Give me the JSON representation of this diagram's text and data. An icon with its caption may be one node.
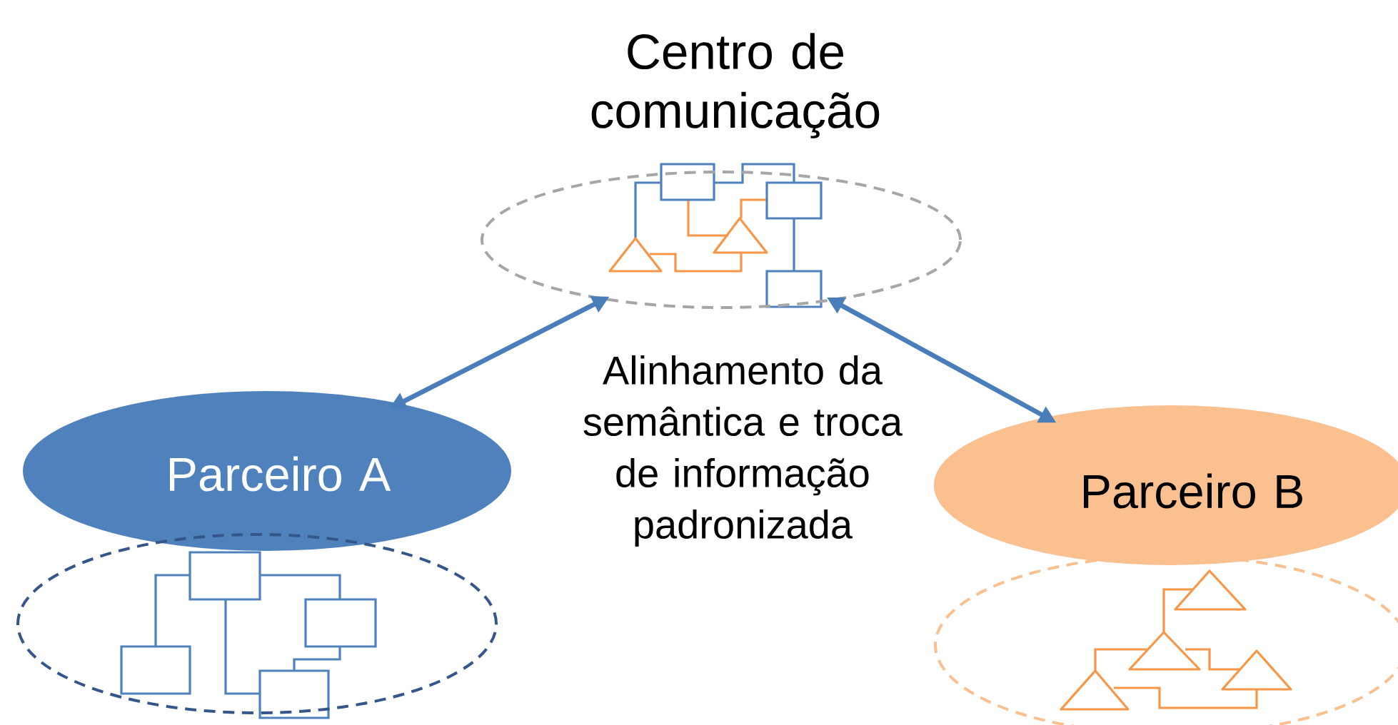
{
  "diagram": {
    "nodes": [
      {
        "text": [
          "Centro de comunicação"
        ]
      },
      {
        "text": [
          "Parceiro A"
        ]
      },
      {
        "text": [
          "Parceiro B"
        ]
      },
      {
        "text": [],
        "shape": "ellipse"
      },
      {
        "text": [],
        "shape": "ellipse"
      }
    ],
    "edges": [
      {
        "from": 0,
        "to": 1,
        "arrow": "both"
      },
      {
        "from": 0,
        "to": 2,
        "arrow": "both"
      }
    ],
    "labels": [
      "Alinhamento da semântica e troca de informação padronizada"
    ]
  }
}
